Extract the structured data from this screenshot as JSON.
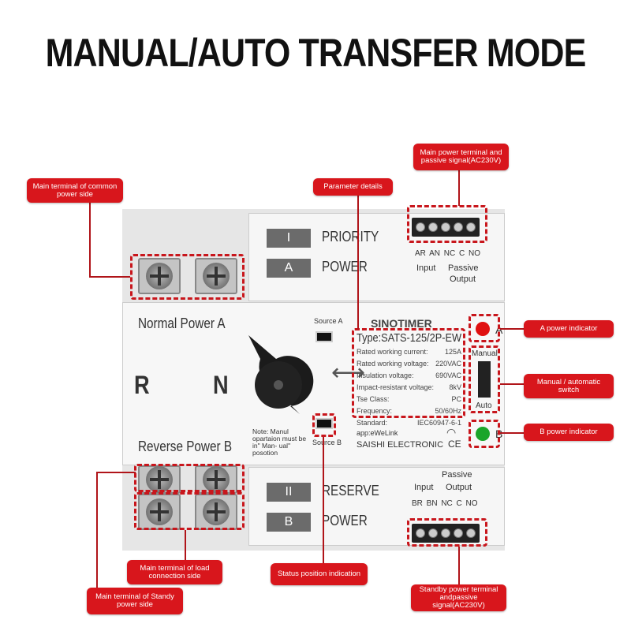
{
  "title": "MANUAL/AUTO TRANSFER MODE",
  "callouts": {
    "main_common": "Main terminal of common power side",
    "parameter": "Parameter details",
    "main_power_terminal": "Main power terminal and passive signal(AC230V)",
    "a_indicator": "A power indicator",
    "switch": "Manual / automatic switch",
    "b_indicator": "B power indicator",
    "load": "Main terminal of load connection side",
    "standby_main": "Main terminal of Standy power side",
    "status": "Status position indication",
    "standby_terminal": "Standby power terminal andpassive signal(AC230V)"
  },
  "device": {
    "top_box1": "I",
    "top_label1": "PRIORITY",
    "top_box2": "A",
    "top_label2": "POWER",
    "bottom_box1": "II",
    "bottom_label1": "RESERVE",
    "bottom_box2": "B",
    "bottom_label2": "POWER",
    "normal_power": "Normal Power A",
    "reverse_power": "Reverse Power B",
    "r": "R",
    "n": "N",
    "source_a": "Source A",
    "source_b": "Source B",
    "note": "Note: Manul opartaion must be in\" Man- ual\" posotion",
    "brand": "SINOTIMER",
    "type": "Type:SATS-125/2P-EW",
    "specs": [
      [
        "Rated working current:",
        "125A"
      ],
      [
        "Rated working voltage:",
        "220VAC"
      ],
      [
        "Insulation voltage:",
        "690VAC"
      ],
      [
        "Impact-resistant voltage:",
        "8kV"
      ],
      [
        "Tse Class:",
        "PC"
      ],
      [
        "Frequency:",
        "50/60Hz"
      ],
      [
        "Standard:",
        "IEC60947-6-1"
      ]
    ],
    "app": "app:eWeLink",
    "maker": "SAISHI ELECTRONIC",
    "ce": "CE",
    "indicator_a": "A",
    "indicator_b": "B",
    "manual": "Manual",
    "auto": "Auto",
    "top_terms": "AR AN NC C NO",
    "top_input": "Input",
    "top_passive": "Passive",
    "top_output": "Output",
    "bot_passive": "Passive",
    "bot_input": "Input",
    "bot_output": "Output",
    "bot_terms": "BR BN NC C NO"
  },
  "colors": {
    "callout": "#d8161c",
    "led_a": "#e01010",
    "led_b": "#1aa52a"
  }
}
